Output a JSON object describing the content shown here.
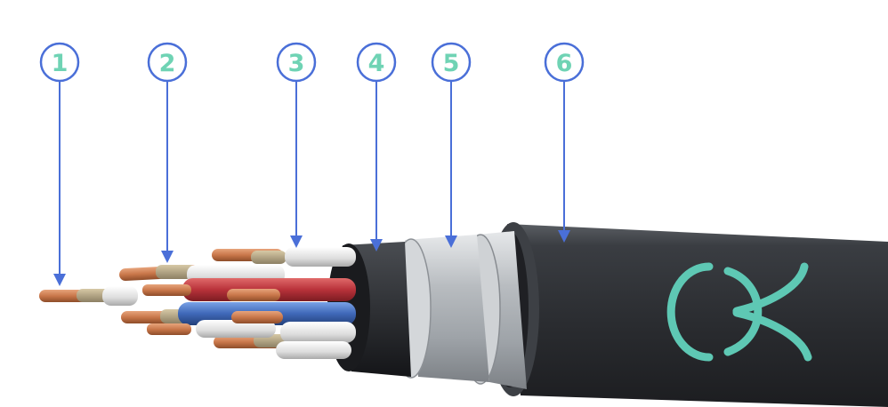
{
  "callouts": [
    {
      "label": "1"
    },
    {
      "label": "2"
    },
    {
      "label": "3"
    },
    {
      "label": "4"
    },
    {
      "label": "5"
    },
    {
      "label": "6"
    }
  ],
  "colors": {
    "callout_ring": "#4a6fd8",
    "callout_number": "#6fd3b4",
    "arrow": "#4a6fd8",
    "jacket": "#2e3136",
    "armor": "#b8bcc0",
    "copper": "#c9774a",
    "logo": "#5ec8b4"
  },
  "icons": {
    "logo": "brand-logo-icon"
  }
}
